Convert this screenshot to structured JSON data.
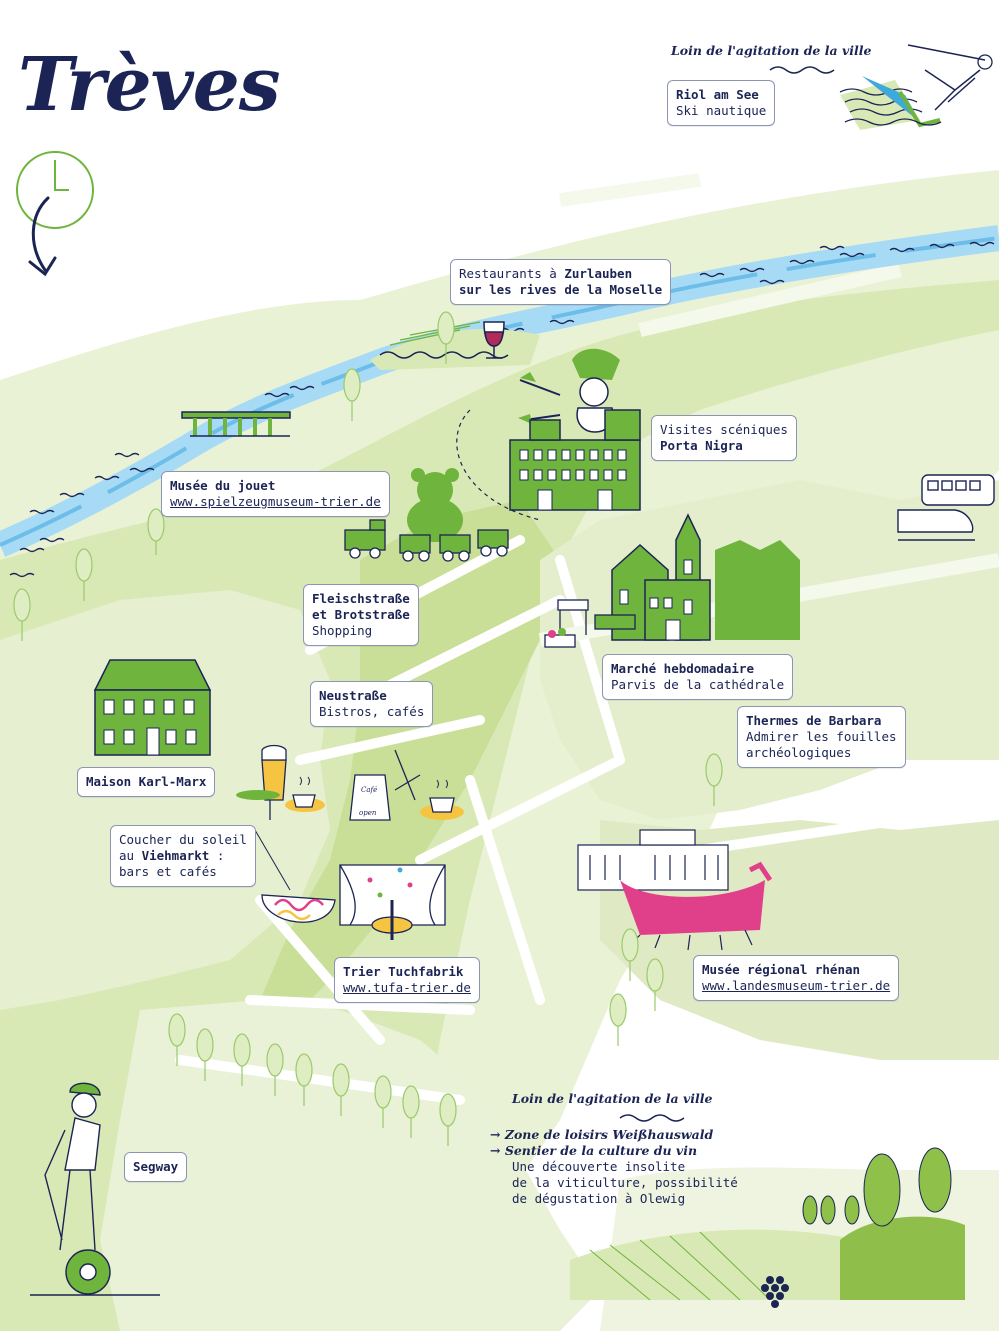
{
  "title": "Trèves",
  "colors": {
    "navy": "#1b2454",
    "green": "#6fb43c",
    "light_green": "#d7e7b3",
    "river": "#7cc7ef",
    "pink": "#e0408a"
  },
  "icons": [
    "clock-icon",
    "arrow-down-icon",
    "bus-icon",
    "train-icon",
    "wine-glass-icon",
    "teddy-bear-icon",
    "toy-train-icon",
    "roman-soldier-icon",
    "porta-nigra-icon",
    "cathedral-icon",
    "market-stall-icon",
    "karl-marx-house-icon",
    "beer-glass-icon",
    "coffee-cup-icon",
    "cafe-sign-icon",
    "theatre-stage-icon",
    "museum-building-icon",
    "roman-ship-icon",
    "segway-rider-icon",
    "water-skier-icon",
    "vineyard-hills-icon",
    "grape-icon",
    "tree-icon",
    "bridge-icon"
  ],
  "top_right": {
    "heading": "Loin de l'agitation de la ville",
    "place": "Riol am See",
    "activity": "Ski nautique"
  },
  "labels": {
    "zurlauben": {
      "line1_prefix": "Restaurants à ",
      "line1_bold": "Zurlauben",
      "line2": "sur les rives de la Moselle"
    },
    "porta_nigra": {
      "line1": "Visites scéniques",
      "line2": "Porta Nigra"
    },
    "toy_museum": {
      "line1": "Musée du jouet",
      "line2": "www.spielzeugmuseum-trier.de"
    },
    "fleischstrasse": {
      "line1": "Fleischstraße",
      "line2": "et Brotstraße",
      "line3": "Shopping"
    },
    "neustrasse": {
      "line1": "Neustraße",
      "line2": "Bistros, cafés"
    },
    "market": {
      "line1": "Marché hebdomadaire",
      "line2": "Parvis de la cathédrale"
    },
    "barbara": {
      "line1": "Thermes de Barbara",
      "line2": "Admirer les fouilles",
      "line3": "archéologiques"
    },
    "karl_marx": {
      "line1": "Maison Karl-Marx"
    },
    "viehmarkt": {
      "line1": "Coucher du soleil",
      "line2_prefix": "au ",
      "line2_bold": "Viehmarkt",
      "line2_suffix": " :",
      "line3": "bars et cafés"
    },
    "tufa": {
      "line1": "Trier Tuchfabrik",
      "line2": "www.tufa-trier.de"
    },
    "landesmuseum": {
      "line1": "Musée régional rhénan",
      "line2": "www.landesmuseum-trier.de"
    },
    "segway": {
      "line1": "Segway"
    }
  },
  "bottom": {
    "heading": "Loin de l'agitation de la ville",
    "item1": "Zone de loisirs Weißhauswald",
    "item2": "Sentier de la culture du vin",
    "desc1": "Une découverte insolite",
    "desc2": "de la viticulture, possibilité",
    "desc3": "de dégustation à Olewig"
  },
  "cafe_sign": {
    "line1": "Café",
    "line2": "open"
  }
}
